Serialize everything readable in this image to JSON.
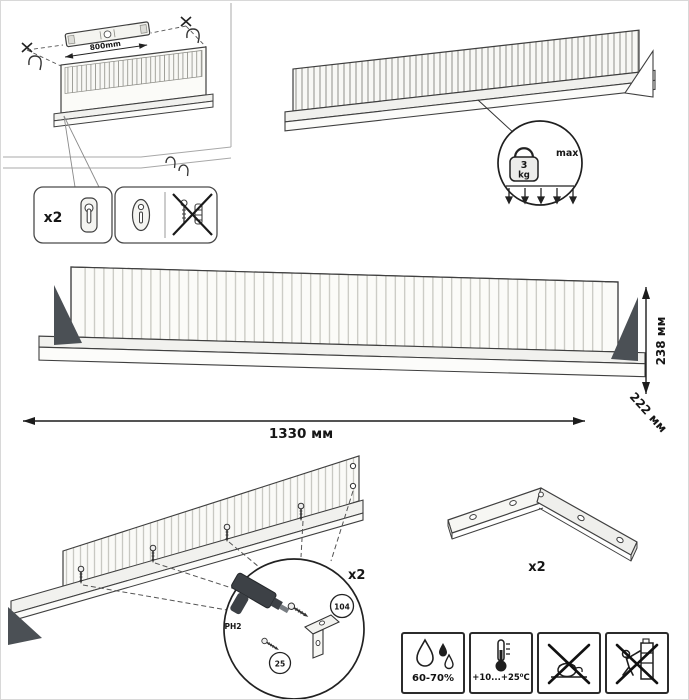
{
  "sheet": {
    "mounting": {
      "spacing_label": "800mm",
      "hardware_qty": "x2"
    },
    "load": {
      "weight_value": "3",
      "weight_unit": "kg",
      "max_label": "max"
    },
    "dimensions": {
      "width": "1330 мм",
      "height": "238 мм",
      "depth": "222 мм"
    },
    "assembly": {
      "qty": "x2",
      "bit": "PH2",
      "screw_size_1": "104",
      "screw_size_2": "25"
    },
    "bracket": {
      "qty": "x2"
    },
    "care": {
      "humidity": "60-70%",
      "temperature": "+10...+25⁰C"
    },
    "icons": [
      "spirit-level-icon",
      "wall-hook-icon",
      "keyhole-hanger-icon",
      "oval-hanger-icon",
      "crossed-fasteners-icon",
      "kettlebell-icon",
      "load-arrows-icon",
      "drill-icon",
      "screw-icon",
      "corner-bracket-icon",
      "water-drops-icon",
      "thermometer-icon",
      "no-hot-objects-icon",
      "no-climbing-icon"
    ],
    "colors": {
      "outline": "#3f3f3f",
      "bracket_dark": "#4b5055"
    }
  }
}
